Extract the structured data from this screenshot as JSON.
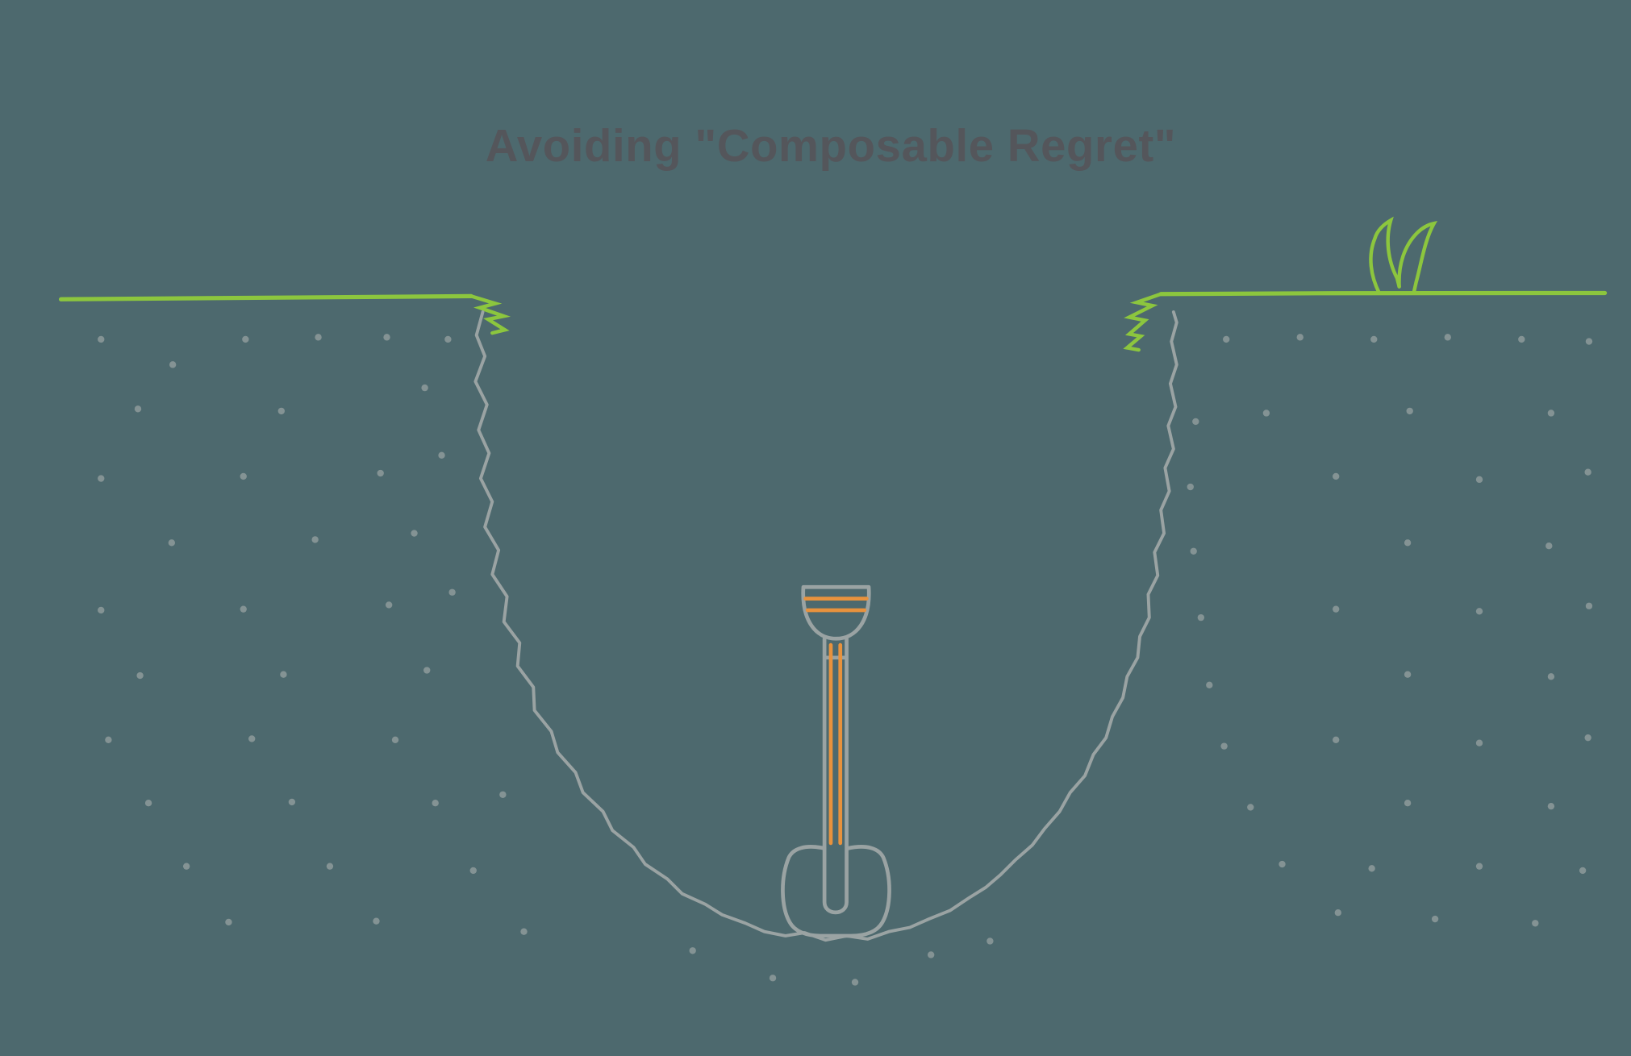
{
  "title": "Avoiding \"Composable Regret\"",
  "colors": {
    "background": "#4d696e",
    "title": "#54565b",
    "grass": "#8cc63e",
    "earth": "#9aa3a3",
    "shovel_accent": "#e8923d"
  },
  "scene": {
    "description_elements": {
      "ground": "grass surface line broken by a large dug hole",
      "hole": "wavy u-shaped pit outline",
      "shovel": "shovel standing upright in the bottom of the hole"
    }
  }
}
